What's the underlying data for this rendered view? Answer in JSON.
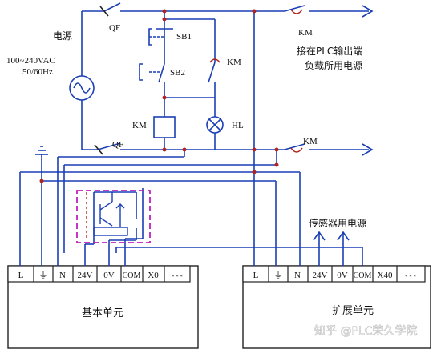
{
  "source": {
    "name": "电源",
    "rating": "100~240VAC",
    "freq": "50/60Hz"
  },
  "switches": {
    "qf_top": "QF",
    "qf_bottom": "QF",
    "sb1": "SB1",
    "sb2": "SB2",
    "km_aux": "KM",
    "km_coil": "KM",
    "hl": "HL",
    "km_top": "KM",
    "km_bottom": "KM"
  },
  "notes": {
    "load_line1": "接在PLC输出端",
    "load_line2": "负载所用电源",
    "sensor": "传感器用电源"
  },
  "base_unit": {
    "title": "基本单元",
    "terminals": [
      "L",
      "⏚",
      "N",
      "24V",
      "0V",
      "COM",
      "X0",
      "- - -"
    ]
  },
  "ext_unit": {
    "title": "扩展单元",
    "terminals": [
      "L",
      "⏚",
      "N",
      "24V",
      "0V",
      "COM",
      "X40",
      "- - -"
    ]
  },
  "watermark": "知乎 @PLC荣久学院",
  "colors": {
    "wire": "#1a3fb5",
    "frame": "#222222",
    "sensor_box": "#c020c0",
    "contact": "#b22222"
  }
}
